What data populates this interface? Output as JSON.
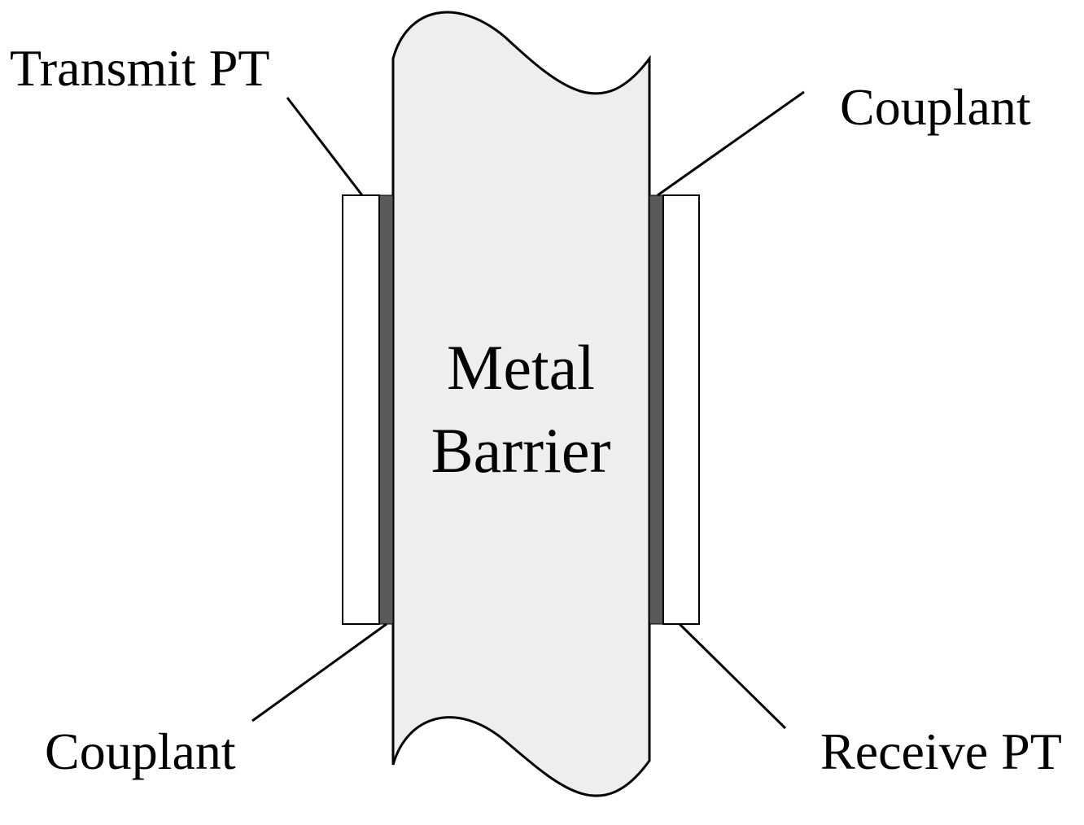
{
  "diagram": {
    "labels": {
      "transmit_pt": "Transmit PT",
      "couplant_top": "Couplant",
      "couplant_bottom": "Couplant",
      "receive_pt": "Receive PT",
      "metal_line1": "Metal",
      "metal_line2": "Barrier"
    },
    "colors": {
      "barrier_fill": "#eeeeee",
      "couplant_fill": "#595959",
      "transducer_fill": "#ffffff",
      "outline": "#000000"
    }
  }
}
